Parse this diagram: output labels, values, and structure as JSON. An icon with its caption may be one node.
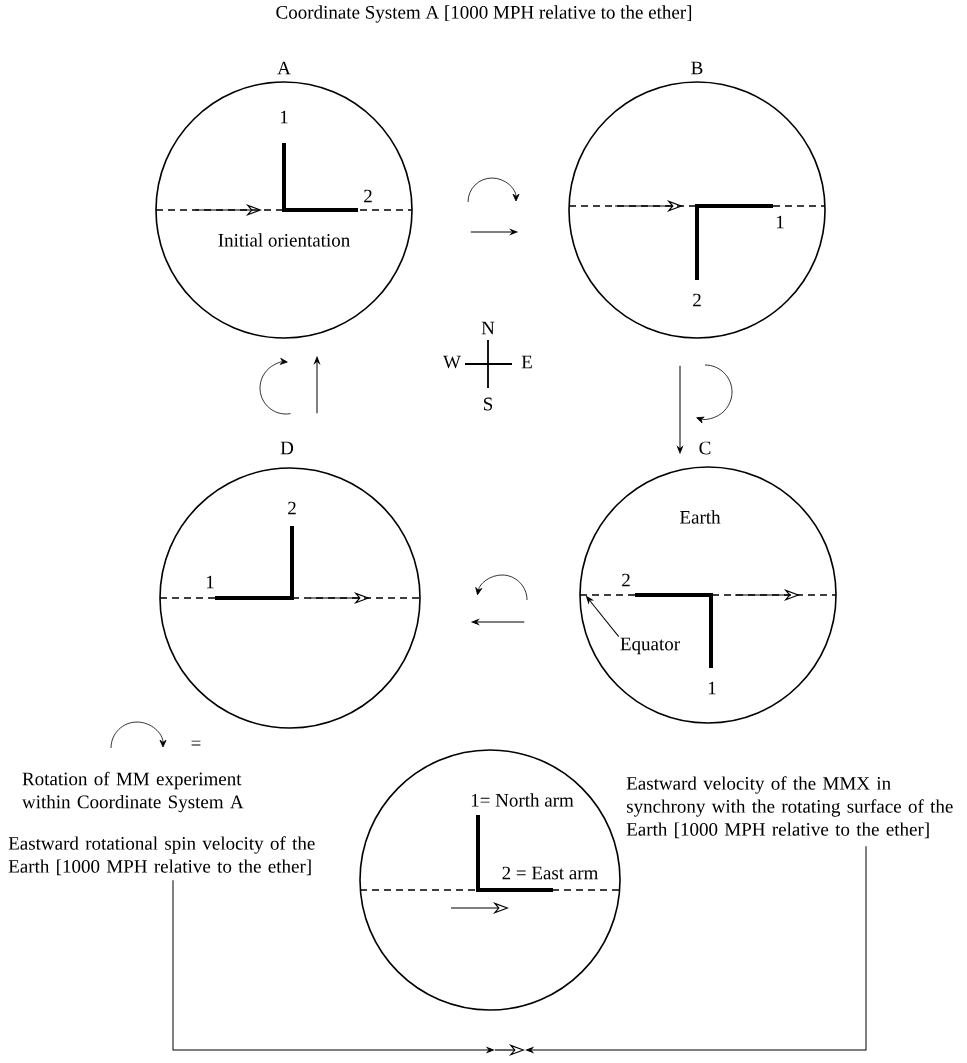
{
  "diagram": {
    "title": "Coordinate System A [1000 MPH relative to the ether]",
    "nodes": [
      {
        "text": [
          "A",
          "1",
          "2",
          "Initial orientation"
        ]
      },
      {
        "text": [
          "B",
          "1",
          "2"
        ]
      },
      {
        "text": [
          "C",
          "Earth",
          "2",
          "1"
        ]
      },
      {
        "text": [
          "Equator"
        ],
        "in": 2
      },
      {
        "text": [
          "D",
          "2",
          "1"
        ]
      },
      {
        "text": [
          "1= North arm",
          "2 = East arm"
        ]
      },
      {
        "text": [
          "Eastward rotational spin velocity of the Earth [1000 MPH relative to the ether]"
        ]
      },
      {
        "text": [
          "Eastward velocity of the MMX in synchrony with the rotating surface of the Earth [1000 MPH relative to the ether]"
        ]
      },
      {
        "text": [],
        "shape": "arrow"
      }
    ],
    "edges": [
      {
        "from": 0,
        "to": 1,
        "arrow": "to"
      },
      {
        "from": 1,
        "to": 2,
        "arrow": "to"
      },
      {
        "from": 2,
        "to": 4,
        "arrow": "to"
      },
      {
        "from": 4,
        "to": 0,
        "arrow": "to"
      },
      {
        "from": 3,
        "to": null,
        "arrow": "to"
      },
      {
        "from": 6,
        "to": 8,
        "arrow": "to"
      },
      {
        "from": 7,
        "to": 8,
        "arrow": "to"
      }
    ],
    "labels": [
      "N",
      "W",
      "E",
      "S",
      "=",
      "Rotation of MM experiment within Coordinate System A"
    ]
  }
}
